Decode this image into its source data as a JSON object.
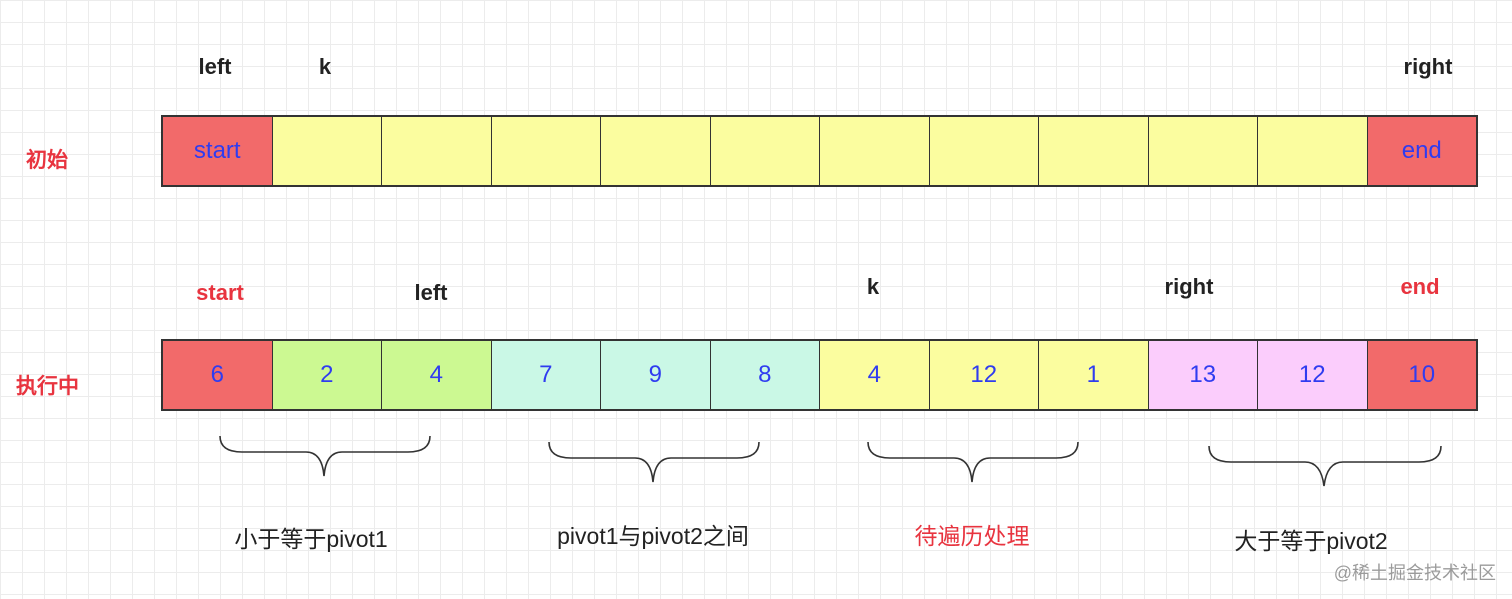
{
  "row1": {
    "title": "初始",
    "pointers": {
      "left": "left",
      "k": "k",
      "right": "right"
    },
    "cells": [
      {
        "text": "start",
        "color": "red"
      },
      {
        "text": "",
        "color": "yellow"
      },
      {
        "text": "",
        "color": "yellow"
      },
      {
        "text": "",
        "color": "yellow"
      },
      {
        "text": "",
        "color": "yellow"
      },
      {
        "text": "",
        "color": "yellow"
      },
      {
        "text": "",
        "color": "yellow"
      },
      {
        "text": "",
        "color": "yellow"
      },
      {
        "text": "",
        "color": "yellow"
      },
      {
        "text": "",
        "color": "yellow"
      },
      {
        "text": "",
        "color": "yellow"
      },
      {
        "text": "end",
        "color": "red"
      }
    ]
  },
  "row2": {
    "title": "执行中",
    "pointers": {
      "start": "start",
      "left": "left",
      "k": "k",
      "right": "right",
      "end": "end"
    },
    "cells": [
      {
        "text": "6",
        "color": "red"
      },
      {
        "text": "2",
        "color": "green"
      },
      {
        "text": "4",
        "color": "green"
      },
      {
        "text": "7",
        "color": "teal"
      },
      {
        "text": "9",
        "color": "teal"
      },
      {
        "text": "8",
        "color": "teal"
      },
      {
        "text": "4",
        "color": "yellow"
      },
      {
        "text": "12",
        "color": "yellow"
      },
      {
        "text": "1",
        "color": "yellow"
      },
      {
        "text": "13",
        "color": "pink"
      },
      {
        "text": "12",
        "color": "pink"
      },
      {
        "text": "10",
        "color": "red"
      }
    ]
  },
  "captions": {
    "less_equal_pivot1": "小于等于pivot1",
    "between_pivots": "pivot1与pivot2之间",
    "to_process": "待遍历处理",
    "greater_equal_pivot2": "大于等于pivot2"
  },
  "colors": {
    "red": "#f26a6a",
    "yellow": "#fbfd9f",
    "green": "#ccf992",
    "teal": "#caf8e6",
    "pink": "#fbcdfc",
    "title_red": "#e8343f",
    "cell_text": "#2f3cf0"
  },
  "watermark": "@稀土掘金技术社区"
}
